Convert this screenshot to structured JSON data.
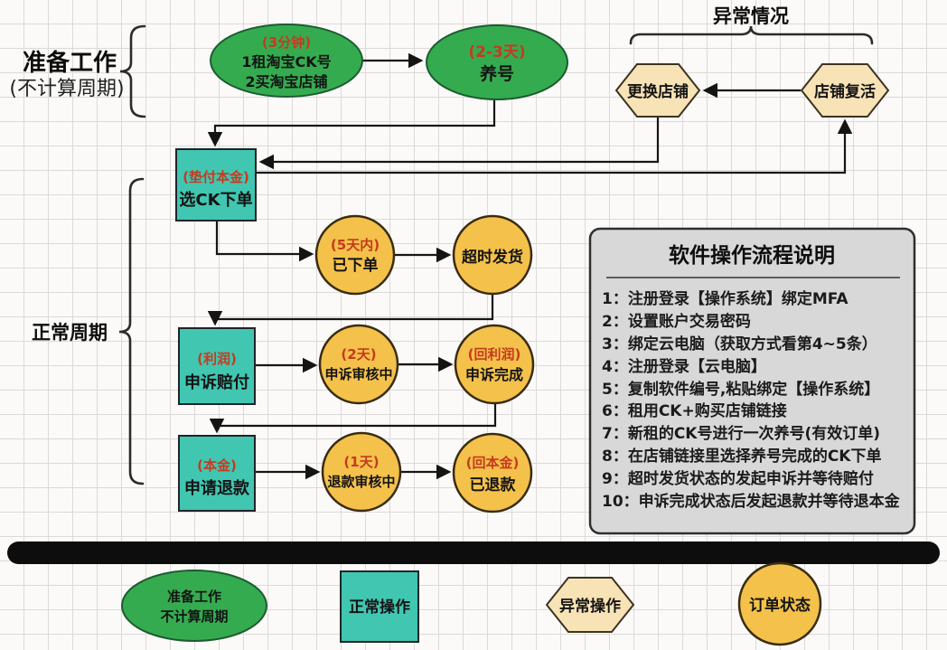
{
  "labels": {
    "prep_group_line1": "准备工作",
    "prep_group_line2": "(不计算周期)",
    "normal_cycle": "正常周期",
    "exception_group": "异常情况"
  },
  "nodes": {
    "rent_ck": {
      "tag": "(3分钟)",
      "line1": "1租淘宝CK号",
      "line2": "2买淘宝店铺"
    },
    "nurture": {
      "tag": "(2-3天)",
      "line1": "养号"
    },
    "swap_shop": {
      "line1": "更换店铺"
    },
    "shop_revive": {
      "line1": "店铺复活"
    },
    "order_ck": {
      "tag": "(垫付本金)",
      "line1": "选CK下单"
    },
    "ordered": {
      "tag": "(5天内)",
      "line1": "已下单"
    },
    "overtime": {
      "line1": "超时发货"
    },
    "appeal": {
      "tag": "(利润)",
      "line1": "申诉赔付"
    },
    "appeal_review": {
      "tag": "(2天)",
      "line1": "申诉审核中"
    },
    "appeal_done": {
      "tag": "(回利润)",
      "line1": "申诉完成"
    },
    "refund": {
      "tag": "(本金)",
      "line1": "申请退款"
    },
    "refund_review": {
      "tag": "(1天)",
      "line1": "退款审核中"
    },
    "refunded": {
      "tag": "(回本金)",
      "line1": "已退款"
    }
  },
  "instructions": {
    "title": "软件操作流程说明",
    "items": [
      "1：注册登录【操作系统】绑定MFA",
      "2：设置账户交易密码",
      "3：绑定云电脑（获取方式看第4~5条）",
      "4：注册登录【云电脑】",
      "5：复制软件编号,粘贴绑定【操作系统】",
      "6：租用CK+购买店铺链接",
      "7：新租的CK号进行一次养号(有效订单)",
      "8：在店铺链接里选择养号完成的CK下单",
      "9：超时发货状态的发起申诉并等待赔付",
      "10：申诉完成状态后发起退款并等待退本金"
    ]
  },
  "legend": {
    "prep_line1": "准备工作",
    "prep_line2": "不计算周期",
    "normal": "正常操作",
    "exception": "异常操作",
    "status": "订单状态"
  },
  "colors": {
    "green": "#35ab50",
    "teal": "#41c6b1",
    "yellow": "#f4c14b",
    "cream": "#f8e3b6",
    "gray_box": "#d8d8d8",
    "black_bar": "#0d0d0d",
    "tag_red": "#c63a1f"
  }
}
